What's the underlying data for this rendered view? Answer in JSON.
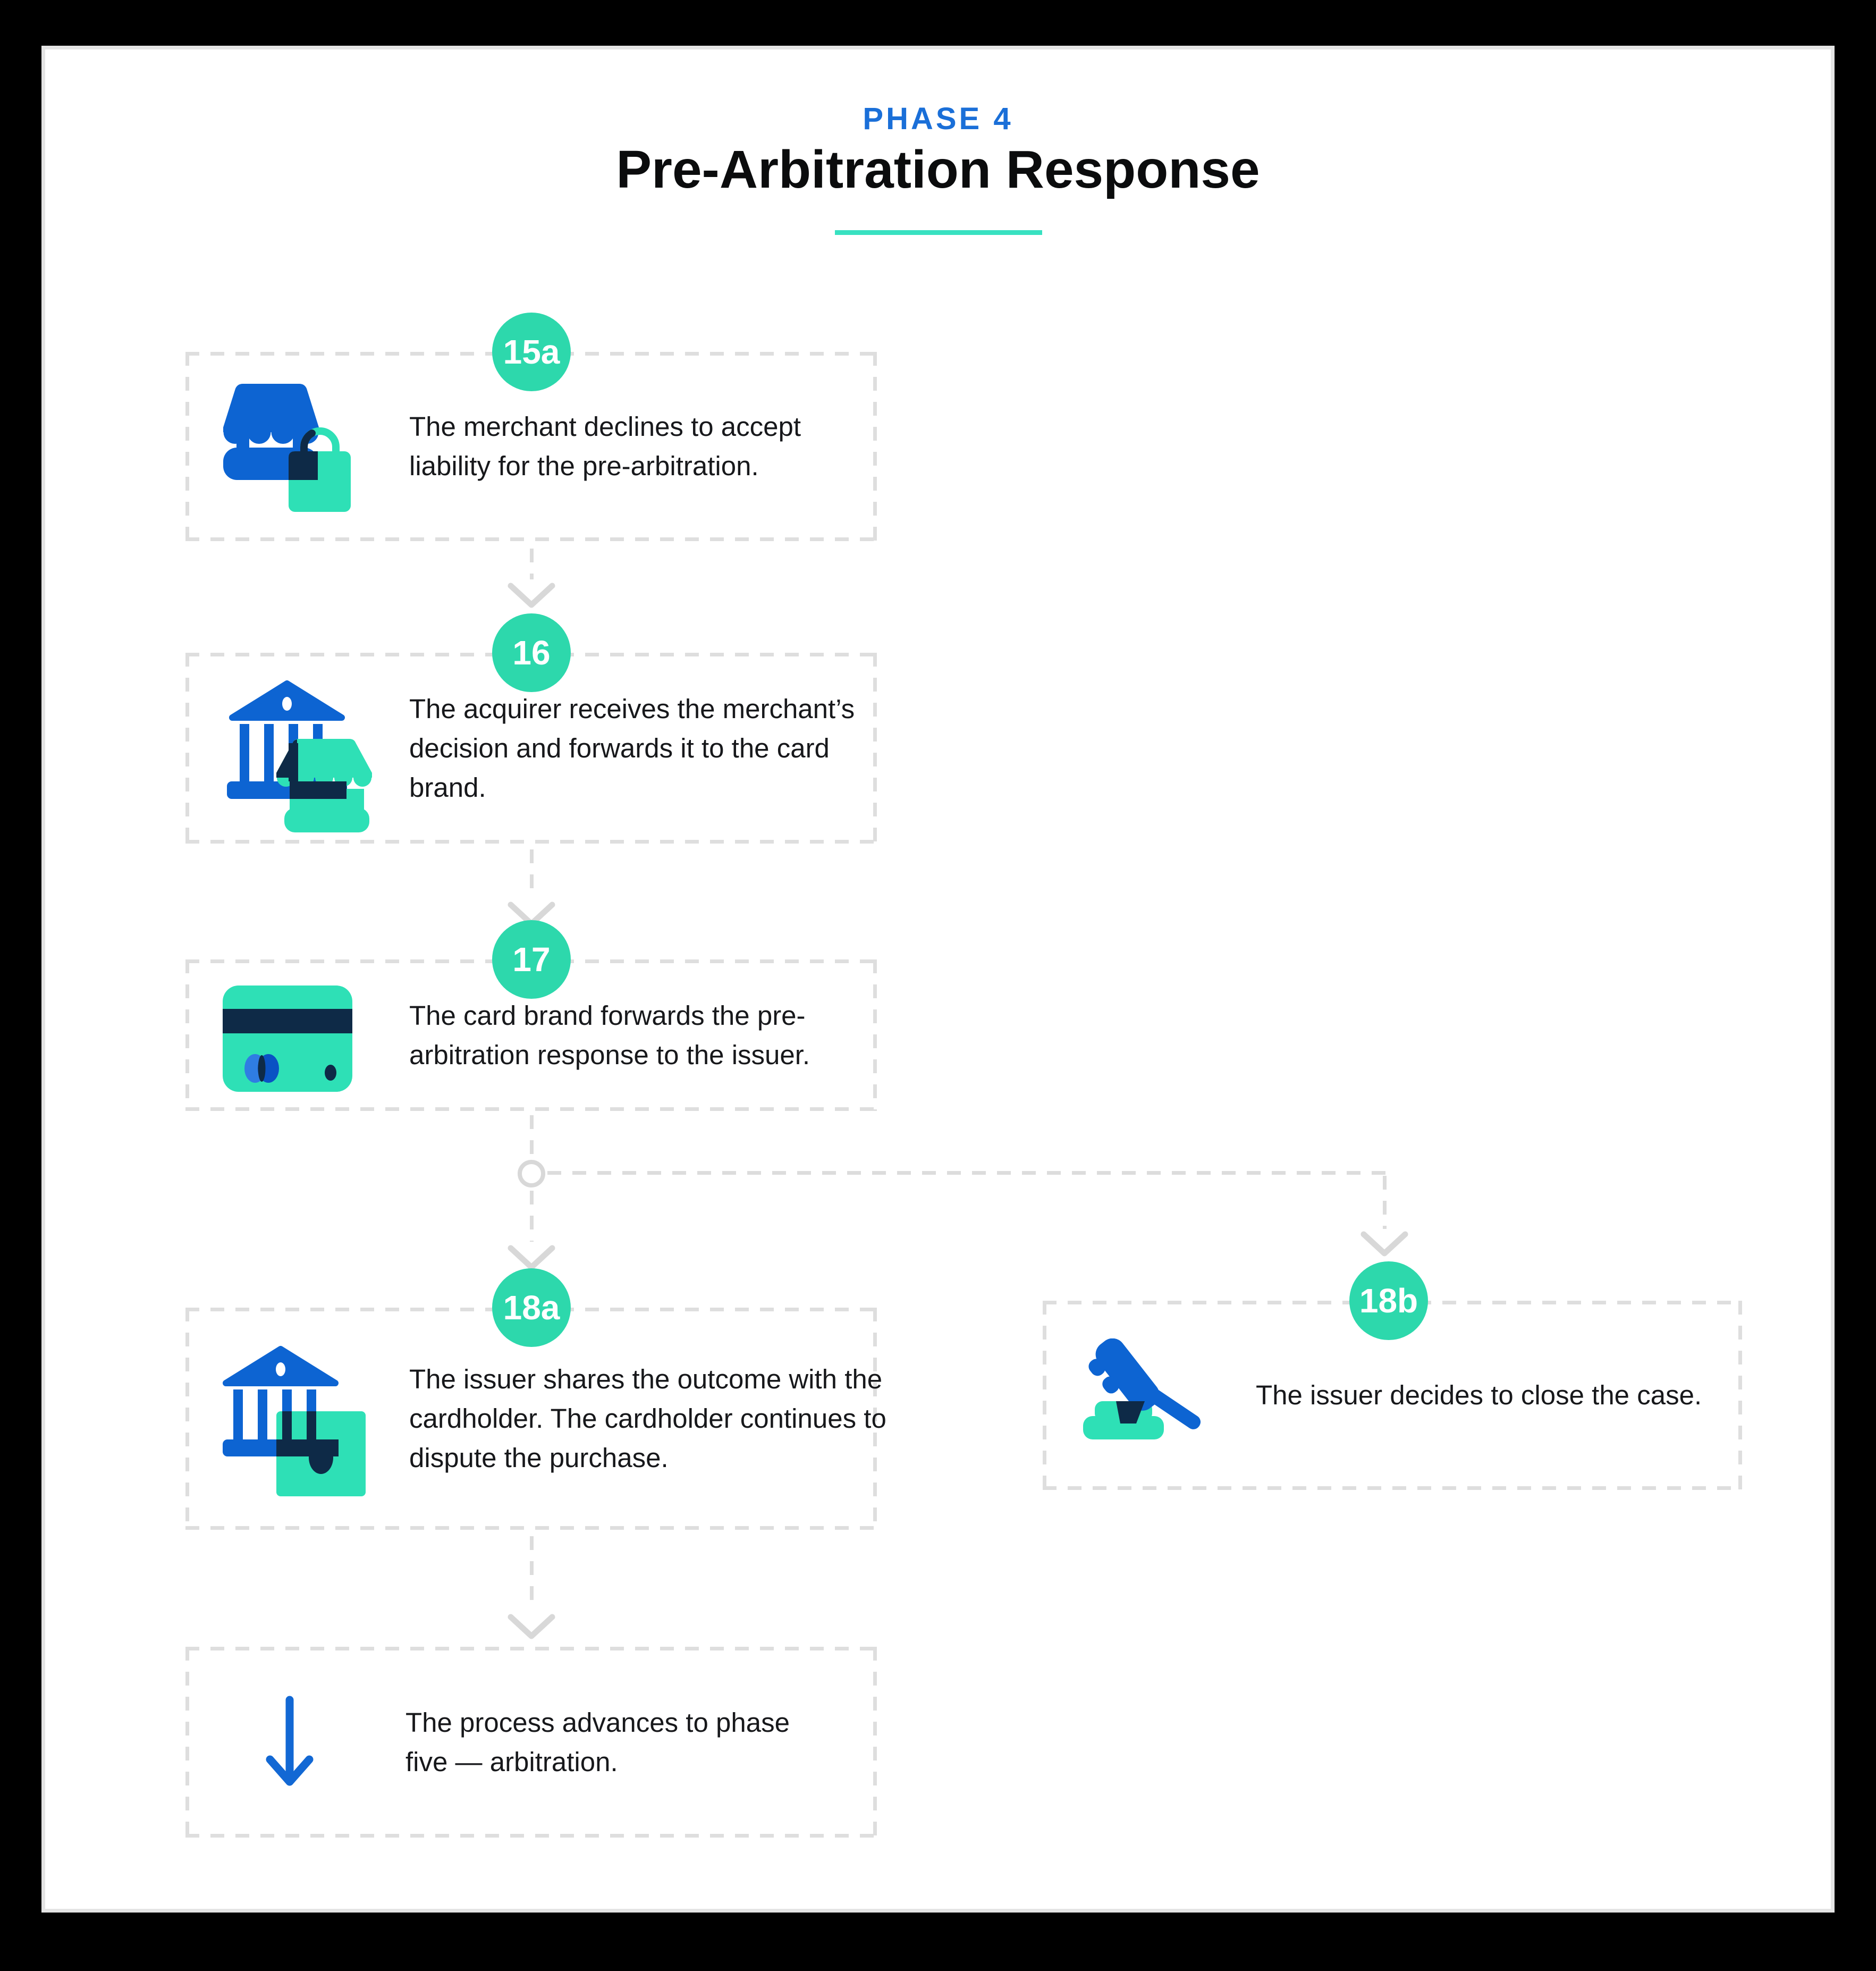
{
  "header": {
    "phase_label": "PHASE 4",
    "title": "Pre-Arbitration Response"
  },
  "colors": {
    "accent_blue": "#1a6fd8",
    "icon_blue": "#0d64d2",
    "icon_teal": "#2ee0b6",
    "badge_teal": "#2dd8ac",
    "overlap_navy": "#0e2a47",
    "underline_teal": "#38e1c1",
    "dash_gray": "#dedede",
    "text_color": "#17181b"
  },
  "steps": [
    {
      "badge": "15a",
      "icon": "merchant-bag-icon",
      "text": "The merchant declines to accept liability for the pre-arbitration."
    },
    {
      "badge": "16",
      "icon": "bank-merchant-icon",
      "text": "The acquirer receives the merchant’s decision and forwards it to the card brand."
    },
    {
      "badge": "17",
      "icon": "credit-card-icon",
      "text": "The card brand forwards the pre-arbitration response to the issuer."
    },
    {
      "badge": "18a",
      "icon": "bank-money-icon",
      "text": "The issuer shares the outcome with the cardholder. The cardholder continues to dispute the purchase."
    },
    {
      "badge": "18b",
      "icon": "gavel-icon",
      "text": "The issuer decides to close the case."
    },
    {
      "badge": "",
      "icon": "down-arrow-icon",
      "text": "The process advances to phase five — arbitration."
    }
  ]
}
